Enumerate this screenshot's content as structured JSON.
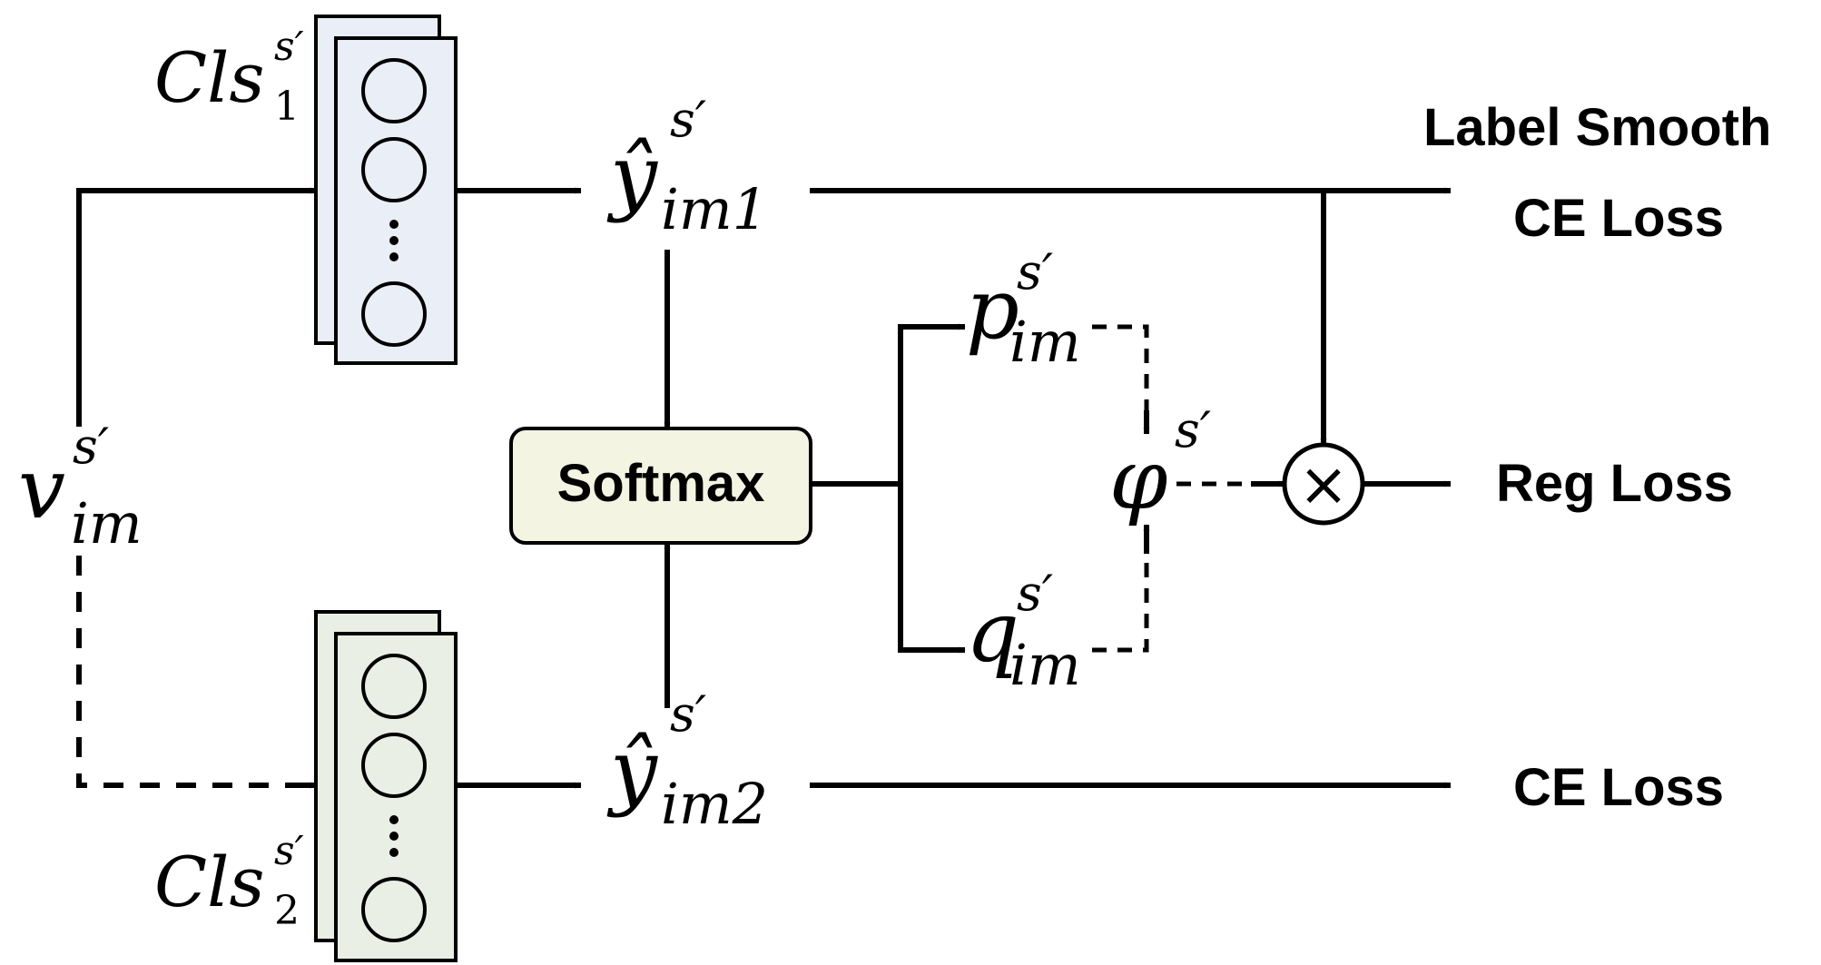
{
  "labels": {
    "v_main": "v",
    "v_sub": "im",
    "v_sup": "s′",
    "cls1_main": "Cls",
    "cls1_sub": "1",
    "cls1_sup": "s′",
    "cls2_main": "Cls",
    "cls2_sub": "2",
    "cls2_sup": "s′",
    "y1_main": "ŷ",
    "y1_sub": "im1",
    "y1_sup": "s′",
    "y2_main": "ŷ",
    "y2_sub": "im2",
    "y2_sup": "s′",
    "p_main": "p",
    "p_sub": "im",
    "p_sup": "s′",
    "q_main": "q",
    "q_sub": "im",
    "q_sup": "s′",
    "phi_main": "φ",
    "phi_sup": "s′",
    "multiply": "×",
    "softmax": "Softmax",
    "loss_top_line1": "Label Smooth",
    "loss_top_line2": "CE Loss",
    "loss_reg": "Reg Loss",
    "loss_bottom": "CE Loss"
  },
  "colors": {
    "classifier1_fill": "#e9eef7",
    "classifier2_fill": "#e9efe4",
    "softmax_fill": "#f3f4e2",
    "stroke": "#000000"
  }
}
